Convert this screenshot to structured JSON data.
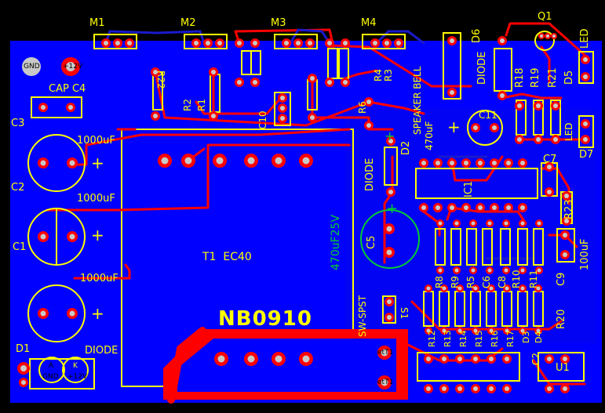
{
  "board": {
    "name": "NB0910",
    "colors": {
      "background": "#000000",
      "copper_pour": "#0000ff",
      "top_trace": "#ff0000",
      "silkscreen": "#ffff00",
      "pad_hole": "#c8c8c8",
      "text_green": "#00cc33"
    }
  },
  "labels": {
    "m1": "M1",
    "m2": "M2",
    "m3": "M3",
    "m4": "M4",
    "q1": "Q1",
    "led_top": "LED",
    "d6": "D6",
    "diode_d6": "DIODE",
    "d5": "D5",
    "r18": "R18",
    "r19": "R19",
    "r21": "R21",
    "r22": "R22",
    "r2": "R2",
    "r1": "R1",
    "r4": "R4",
    "r3": "R3",
    "speaker_bell": "SPEAKER BELL",
    "r6": "R6",
    "c10": "C10",
    "c11": "C11",
    "led_mid": "LED",
    "d7": "D7",
    "gnd_top": "GND",
    "v12_top": "+12V",
    "cap_c4": "CAP C4",
    "c3": "C3",
    "c2": "C2",
    "c1": "C1",
    "uf_1000_a": "1000uF",
    "uf_1000_b": "1000uF",
    "uf_1000_c": "1000uF",
    "diode_d2": "DIODE",
    "d2": "D2",
    "uf_470_d2": "470uF",
    "c7": "C7",
    "ic1": "IC1",
    "r23": "R23",
    "uf_100": "100uF",
    "c5": "C5",
    "uf_470_25v": "470uF25V",
    "t1": "T1  EC40",
    "r8": "R8",
    "r9": "R9",
    "r5": "R5",
    "c6": "C6",
    "c8": "C8",
    "r10": "R10",
    "r11": "R11",
    "c9": "C9",
    "sw": "SW-SPST",
    "s1": "S1",
    "r20": "R20",
    "r12": "R12",
    "r13": "R13",
    "r14": "R14",
    "r15": "R15",
    "r16": "R16",
    "r17": "R17",
    "d3": "D3",
    "d4": "D4",
    "c2b": "C2",
    "u1": "U1",
    "d1": "D1",
    "diode_d1": "DIODE",
    "a": "A",
    "gnd_bot": "GND",
    "k": "K",
    "v12_bot": "+12V",
    "jet1": "etT1",
    "jet2": "etT1"
  }
}
